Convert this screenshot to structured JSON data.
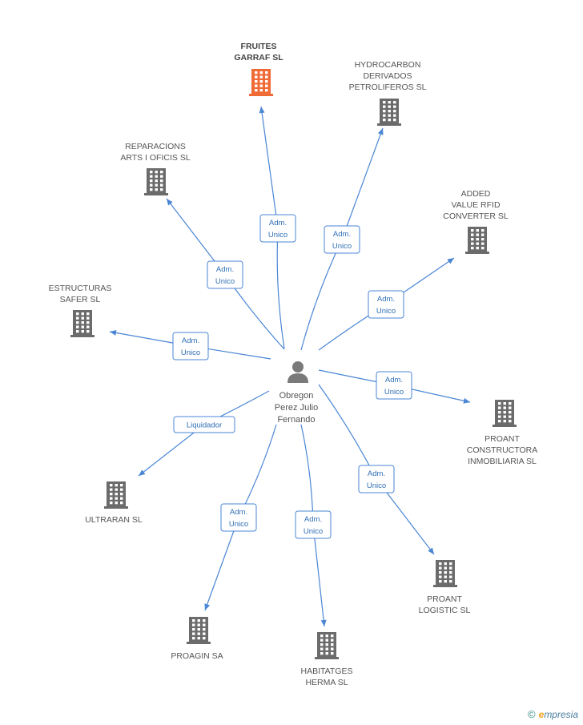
{
  "center": {
    "name_lines": [
      "Obregon",
      "Perez Julio",
      "Fernando"
    ],
    "icon": "person-icon"
  },
  "companies": [
    {
      "id": "fruites",
      "lines": [
        "FRUITES",
        "GARRAF SL"
      ],
      "highlight": true,
      "role": [
        "Adm.",
        "Unico"
      ]
    },
    {
      "id": "hydrocarbon",
      "lines": [
        "HYDROCARBON",
        "DERIVADOS",
        "PETROLIFEROS SL"
      ],
      "highlight": false,
      "role": [
        "Adm.",
        "Unico"
      ]
    },
    {
      "id": "added",
      "lines": [
        "ADDED",
        "VALUE RFID",
        "CONVERTER SL"
      ],
      "highlight": false,
      "role": [
        "Adm.",
        "Unico"
      ]
    },
    {
      "id": "proant-const",
      "lines": [
        "PROANT",
        "CONSTRUCTORA",
        "INMOBILIARIA SL"
      ],
      "highlight": false,
      "role": [
        "Adm.",
        "Unico"
      ]
    },
    {
      "id": "proant-log",
      "lines": [
        "PROANT",
        "LOGISTIC SL"
      ],
      "highlight": false,
      "role": [
        "Adm.",
        "Unico"
      ]
    },
    {
      "id": "habitatges",
      "lines": [
        "HABITATGES",
        "HERMA  SL"
      ],
      "highlight": false,
      "role": [
        "Adm.",
        "Unico"
      ]
    },
    {
      "id": "proagin",
      "lines": [
        "PROAGIN SA"
      ],
      "highlight": false,
      "role": [
        "Adm.",
        "Unico"
      ]
    },
    {
      "id": "ultraran",
      "lines": [
        "ULTRARAN SL"
      ],
      "highlight": false,
      "role": [
        "Liquidador"
      ]
    },
    {
      "id": "estructuras",
      "lines": [
        "ESTRUCTURAS",
        "SAFER SL"
      ],
      "highlight": false,
      "role": [
        "Adm.",
        "Unico"
      ]
    },
    {
      "id": "reparacions",
      "lines": [
        "REPARACIONS",
        "ARTS I OFICIS SL"
      ],
      "highlight": false,
      "role": [
        "Adm.",
        "Unico"
      ]
    }
  ],
  "colors": {
    "edge": "#4a86d4",
    "building": "#6b6b6b",
    "building_highlight": "#f06a35",
    "person": "#7a7a7a"
  },
  "brand": {
    "copyright": "©",
    "e": "e",
    "rest": "mpresia"
  }
}
